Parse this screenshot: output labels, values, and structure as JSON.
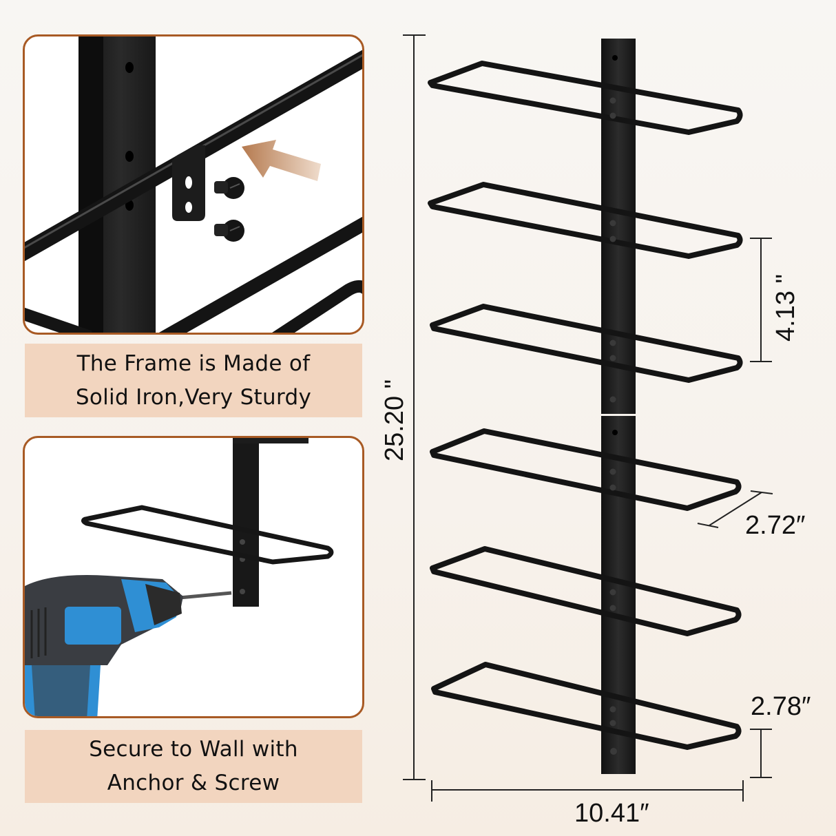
{
  "panels": {
    "top": {
      "caption_line1": "The Frame is Made of",
      "caption_line2": "Solid Iron,Very Sturdy"
    },
    "bottom": {
      "caption_line1": "Secure to Wall with",
      "caption_line2": "Anchor & Screw"
    }
  },
  "product": {
    "name": "wall-mounted towel rack",
    "tiers": 6
  },
  "dimensions": {
    "total_height": "25.20 \"",
    "tier_spacing": "4.13 \"",
    "tier_depth": "2.72″",
    "bottom_clearance": "2.78″",
    "total_width": "10.41″"
  },
  "colors": {
    "panel_border": "#a85a24",
    "caption_bg": "#f2d5bf",
    "metal": "#1a1a1a",
    "arrow": "#c08a63",
    "drill_blue": "#2f8fd4",
    "drill_body": "#3a3d42"
  }
}
